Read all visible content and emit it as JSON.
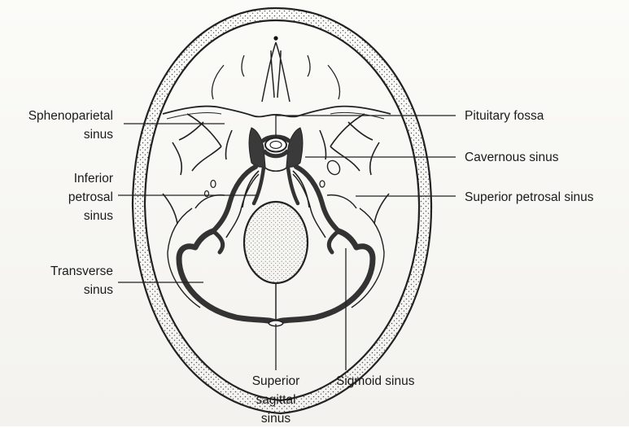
{
  "labels": {
    "sphenoparietal_sinus": "Sphenoparietal\nsinus",
    "inferior_petrosal_sinus": "Inferior\npetrosal\nsinus",
    "transverse_sinus": "Transverse\nsinus",
    "pituitary_fossa": "Pituitary fossa",
    "cavernous_sinus": "Cavernous sinus",
    "superior_petrosal_sinus": "Superior petrosal sinus",
    "superior_sagittal_sinus": "Superior\nsagittal\nsinus",
    "sigmoid_sinus": "Sigmoid sinus"
  },
  "colors": {
    "line": "#222222",
    "sinus_fill": "#3a3a3a",
    "stipple": "#555555",
    "background": "#f6f5f1"
  }
}
